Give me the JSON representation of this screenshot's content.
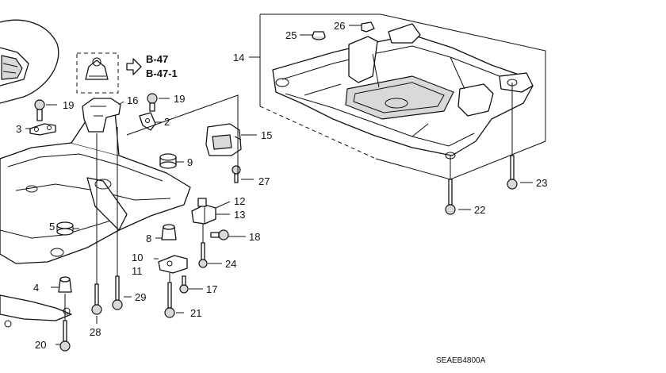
{
  "refs": {
    "b47": "B-47",
    "b471": "B-47-1"
  },
  "code": "SEAEB4800A",
  "callouts": {
    "c2": "2",
    "c3": "3",
    "c4": "4",
    "c5": "5",
    "c8": "8",
    "c9": "9",
    "c10": "10",
    "c11": "11",
    "c12": "12",
    "c13": "13",
    "c14": "14",
    "c15": "15",
    "c16": "16",
    "c17": "17",
    "c18": "18",
    "c19a": "19",
    "c19b": "19",
    "c20": "20",
    "c21": "21",
    "c22": "22",
    "c23": "23",
    "c24": "24",
    "c25": "25",
    "c26": "26",
    "c27": "27",
    "c28": "28",
    "c29": "29"
  }
}
